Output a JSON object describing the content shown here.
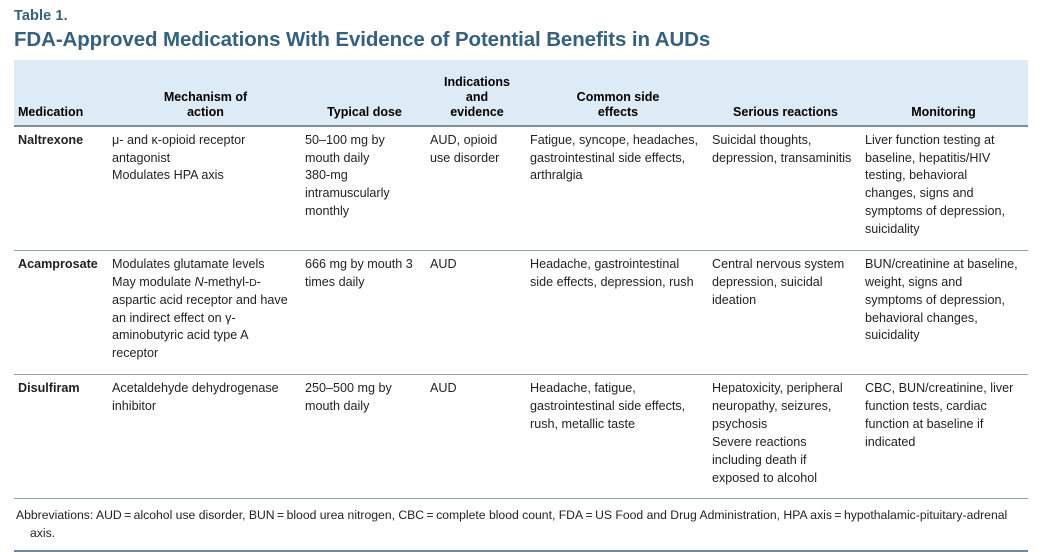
{
  "title": {
    "number": "Table 1.",
    "heading": "FDA-Approved Medications With Evidence of Potential Benefits in AUDs",
    "accent_color": "#35617d"
  },
  "table": {
    "header_background": "#dcebf5",
    "rule_color": "#8fa3b0",
    "columns": [
      {
        "key": "medication",
        "label": "Medication"
      },
      {
        "key": "mechanism",
        "label": "Mechanism of\naction",
        "line1": "Mechanism of",
        "line2": "action"
      },
      {
        "key": "dose",
        "label": "Typical dose"
      },
      {
        "key": "indications",
        "label": "Indications\nand\nevidence",
        "line1": "Indications",
        "line2": "and",
        "line3": "evidence"
      },
      {
        "key": "side_effects",
        "label": "Common side\neffects",
        "line1": "Common side",
        "line2": "effects"
      },
      {
        "key": "serious",
        "label": "Serious reactions"
      },
      {
        "key": "monitoring",
        "label": "Monitoring"
      }
    ],
    "rows": [
      {
        "medication": "Naltrexone",
        "mechanism_lines": [
          "μ- and κ-opioid receptor antagonist",
          "Modulates HPA axis"
        ],
        "dose_lines": [
          "50–100 mg by mouth daily",
          "380-mg intramuscularly monthly"
        ],
        "indications": "AUD, opioid use disorder",
        "side_effects": "Fatigue, syncope, headaches, gastrointestinal side effects, arthralgia",
        "serious": "Suicidal thoughts, depression, transaminitis",
        "monitoring": "Liver function testing at baseline, hepatitis/HIV testing, behavioral changes, signs and symptoms of depression, suicidality"
      },
      {
        "medication": "Acamprosate",
        "mechanism_lines": [
          "Modulates glutamate levels",
          "May modulate N-methyl-D-aspartic acid receptor and have an indirect effect on γ-aminobutyric acid type A receptor"
        ],
        "mechanism_line2_parts": {
          "before_italic": "May modulate ",
          "italic": "N",
          "after_italic": "-methyl-",
          "smallcap": "d",
          "tail": "-aspartic acid receptor and have an indirect effect on γ-aminobutyric acid type A receptor"
        },
        "dose_lines": [
          "666 mg by mouth 3 times daily"
        ],
        "indications": "AUD",
        "side_effects": "Headache, gastrointestinal side effects, depression, rush",
        "serious": "Central nervous system depression, suicidal ideation",
        "monitoring": "BUN/creatinine at baseline, weight, signs and symptoms of depression, behavioral changes, suicidality"
      },
      {
        "medication": "Disulfiram",
        "mechanism_lines": [
          "Acetaldehyde dehydrogenase inhibitor"
        ],
        "dose_lines": [
          "250–500 mg by mouth daily"
        ],
        "indications": "AUD",
        "side_effects": "Headache, fatigue, gastrointestinal side effects, rush, metallic taste",
        "serious_lines": [
          "Hepatoxicity, peripheral neuropathy, seizures, psychosis",
          "Severe reactions including death if exposed to alcohol"
        ],
        "monitoring": "CBC, BUN/creatinine, liver function tests, cardiac function at baseline if indicated"
      }
    ]
  },
  "footnote": {
    "text": "Abbreviations: AUD = alcohol use disorder, BUN = blood urea nitrogen, CBC = complete blood count, FDA = US Food and Drug Administration, HPA axis = hypothalamic-pituitary-adrenal axis."
  }
}
